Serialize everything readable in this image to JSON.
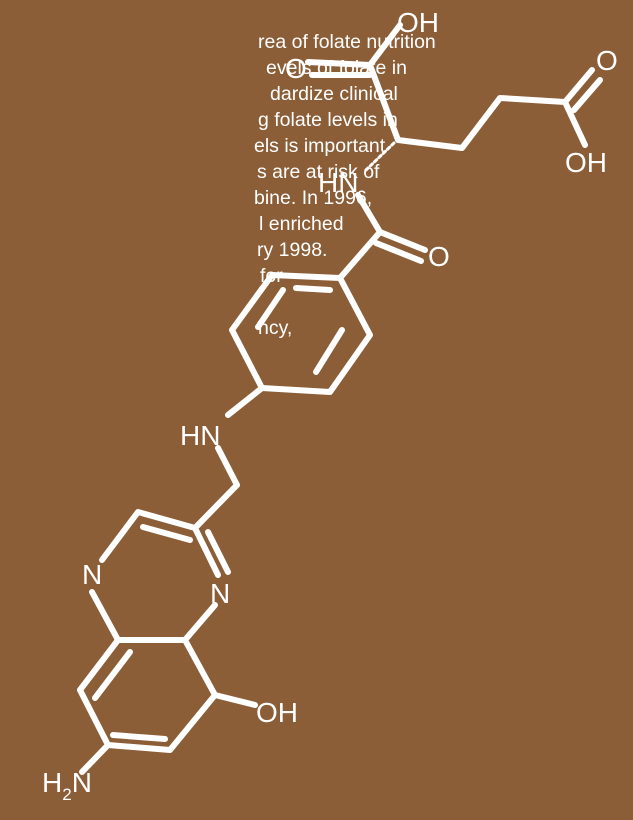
{
  "background_color": "#8b5e38",
  "text_color": "#ffffff",
  "text_lines": [
    "rea of folate nutrition",
    "evels of folate in",
    "dardize clinical",
    "g folate levels in",
    "els is important",
    "s are at risk of",
    "bine. In 1996,",
    "l enriched",
    "ry 1998.",
    "for",
    "",
    "ncy,"
  ],
  "molecule": {
    "atoms": {
      "oh_top": "OH",
      "o_left": "O",
      "o_right": "O",
      "oh_right": "OH",
      "hn_upper": "HN",
      "o_amide": "O",
      "hn_middle": "HN",
      "n_left": "N",
      "n_right": "N",
      "oh_bottom": "OH",
      "h2n_h": "H",
      "h2n_sub": "2",
      "h2n_n": "N"
    }
  }
}
